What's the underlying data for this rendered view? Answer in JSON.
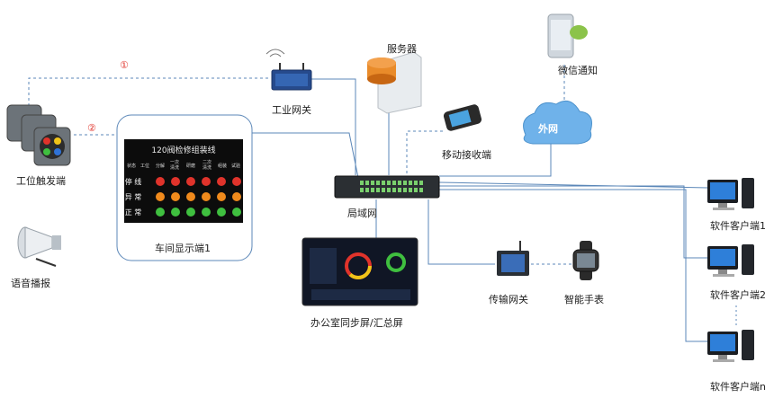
{
  "nodes": {
    "industrial_gateway": "工业网关",
    "server": "服务器",
    "wechat_notify": "微信通知",
    "external_network": "外网",
    "mobile_receiver": "移动接收端",
    "station_trigger": "工位触发端",
    "workshop_display": "车间显示端1",
    "voice_broadcast": "语音播报",
    "lan": "局域网",
    "office_screen": "办公室同步屏/汇总屏",
    "transmission_gateway": "传输网关",
    "smart_watch": "智能手表",
    "client_1": "软件客户端1",
    "client_2": "软件客户端2",
    "client_n": "软件客户端n"
  },
  "markers": {
    "m1": "①",
    "m2": "②"
  },
  "board": {
    "title": "120阀检修组装线",
    "headers": [
      "状态",
      "工位",
      "分解",
      "一次\n清洗",
      "研磨",
      "二次\n清洗",
      "组装",
      "试验"
    ],
    "rows": [
      "停 线",
      "异 常",
      "正 常"
    ],
    "row_colors": [
      "#e0332b",
      "#f08a1c",
      "#3fbf3f"
    ]
  },
  "colors": {
    "line": "#5b87b8",
    "cloud_text": "#ffffff",
    "cloud_fill": "#6fb2ea"
  }
}
